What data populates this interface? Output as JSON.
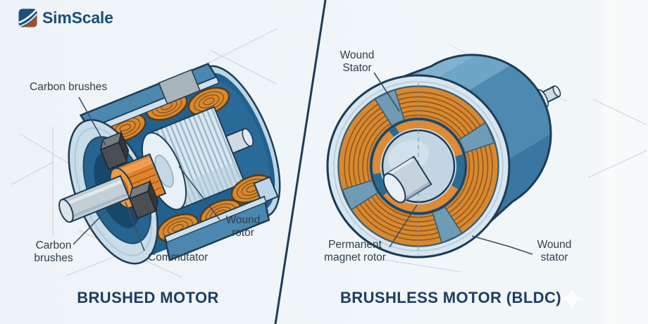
{
  "brand": {
    "name": "SimScale"
  },
  "panels": {
    "brushed": {
      "title": "BRUSHED MOTOR",
      "labels": {
        "carbon_brushes_top": "Carbon brushes",
        "carbon_brushes_bottom": [
          "Carbon",
          "brushes"
        ],
        "commutator": "Commutator",
        "wound_rotor": [
          "Wound",
          "rotor"
        ]
      }
    },
    "bldc": {
      "title": "BRUSHLESS MOTOR (BLDC)",
      "labels": {
        "wound_stator_top": [
          "Wound",
          "Stator"
        ],
        "permanent_magnet_rotor": [
          "Permanent",
          "magnet rotor"
        ],
        "wound_stator_bottom": [
          "Wound",
          "stator"
        ]
      }
    }
  },
  "icons": {
    "logo": "simscale-swoosh-logo",
    "sparkle": "four-point-star"
  },
  "colors": {
    "background": "#f1f6f9",
    "divider_navy": "#1e3c55",
    "outline_navy": "#1d3c55",
    "casing_blue": "#4b87af",
    "casing_interior_blue": "#20618f",
    "end_cap_light": "#c9dcea",
    "rim_light": "#cfe0ec",
    "coil_orange": "#d8892f",
    "coil_line_brown": "#94591f",
    "commutator_orange": "#e0832c",
    "magnet_orange": "#e08a33",
    "brush_gray": "#4a4f54",
    "shaft_gray": "#c3cfd7",
    "label_text": "#2e3f4c",
    "title_text": "#1c3f60",
    "logo_blue": "#1b4e79",
    "logo_rust": "#a04f2a"
  }
}
